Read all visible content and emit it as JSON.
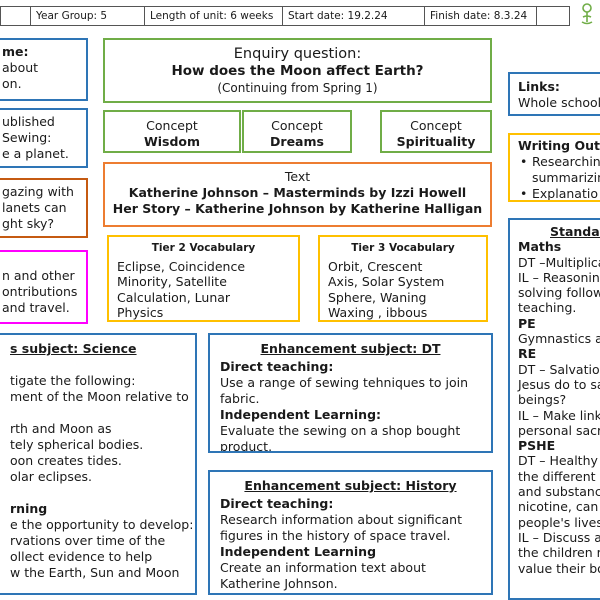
{
  "topbar": {
    "c0": "",
    "year": "Year Group: 5",
    "length": "Length of unit:  6 weeks",
    "start": "Start date: 19.2.24",
    "finish": "Finish date: 8.3.24",
    "c5": ""
  },
  "left": {
    "b1": [
      "me:",
      "about",
      "on."
    ],
    "b2": [
      "ublished",
      " Sewing:",
      "e a planet."
    ],
    "b3": [
      "gazing with",
      "lanets can",
      "ght sky?"
    ],
    "b4": [
      "n and other",
      "ontributions",
      " and travel."
    ]
  },
  "enquiry": {
    "label": "Enquiry question:",
    "question": "How does the Moon affect Earth?",
    "note": "(Continuing from Spring 1)"
  },
  "concepts": [
    {
      "label": "Concept",
      "value": "Wisdom"
    },
    {
      "label": "Concept",
      "value": "Dreams"
    },
    {
      "label": "Concept",
      "value": "Spirituality"
    }
  ],
  "text_box": {
    "label": "Text",
    "line1": "Katherine Johnson – Masterminds by Izzi Howell",
    "line2": "Her Story – Katherine Johnson by Katherine Halligan"
  },
  "tier2": {
    "heading": "Tier 2 Vocabulary",
    "lines": [
      "Eclipse, Coincidence",
      "Minority, Satellite",
      "Calculation, Lunar",
      "Physics"
    ]
  },
  "tier3": {
    "heading": "Tier 3 Vocabulary",
    "lines": [
      "Orbit, Crescent",
      "Axis, Solar System",
      "Sphere, Waning",
      "Waxing , ibbous"
    ]
  },
  "science": {
    "heading": "s subject: Science",
    "lines": [
      "",
      "tigate the following:",
      "ment of the Moon relative to",
      "",
      "rth and Moon as",
      "tely spherical bodies.",
      "oon creates tides.",
      "olar eclipses.",
      "",
      "rning",
      "e the opportunity to develop:",
      "rvations over time of the",
      "ollect evidence to help",
      "w the Earth, Sun and Moon"
    ]
  },
  "dt": {
    "heading": "Enhancement subject: DT",
    "direct_label": "Direct teaching:",
    "direct_text": "Use a range of sewing tehniques to join fabric.",
    "il_label": "Independent Learning:",
    "il_text": "Evaluate the sewing on a shop bought product."
  },
  "history": {
    "heading": "Enhancement subject: History",
    "direct_label": "Direct teaching:",
    "direct_text": "Research information about significant figures in the history of space travel.",
    "il_label": "Independent Learning",
    "il_text": "Create an information text about Katherine Johnson."
  },
  "links": {
    "label": "Links:",
    "text": "Whole school"
  },
  "writing": {
    "heading": "Writing Outco",
    "b1a": "Researchin",
    "b1b": "summarizin",
    "b2": "Explanatio"
  },
  "standalone": {
    "heading": "Standalo",
    "maths_h": "Maths",
    "maths": [
      "DT –Multiplica",
      "IL – Reasoning",
      "solving followi",
      "teaching."
    ],
    "pe_h": "PE",
    "pe": [
      "Gymnastics a"
    ],
    "re_h": "RE",
    "re": [
      "DT – Salvation",
      "Jesus do to sa",
      "beings?",
      "IL – Make links",
      "personal sacri"
    ],
    "pshe_h": "PSHE",
    "pshe": [
      "DT – Healthy M",
      "the different r",
      "and substanc",
      "nicotine, can",
      "people's lives",
      "IL – Discuss an",
      "the children re",
      "value their bo"
    ]
  },
  "colors": {
    "blue": "#2e75b6",
    "green": "#70ad47",
    "orange": "#ed7d31",
    "gold": "#ffc000",
    "brown": "#c55a11",
    "magenta": "#ff00ff",
    "logo": "#70ad47"
  },
  "icons": {
    "logo": "school-logo-icon"
  }
}
